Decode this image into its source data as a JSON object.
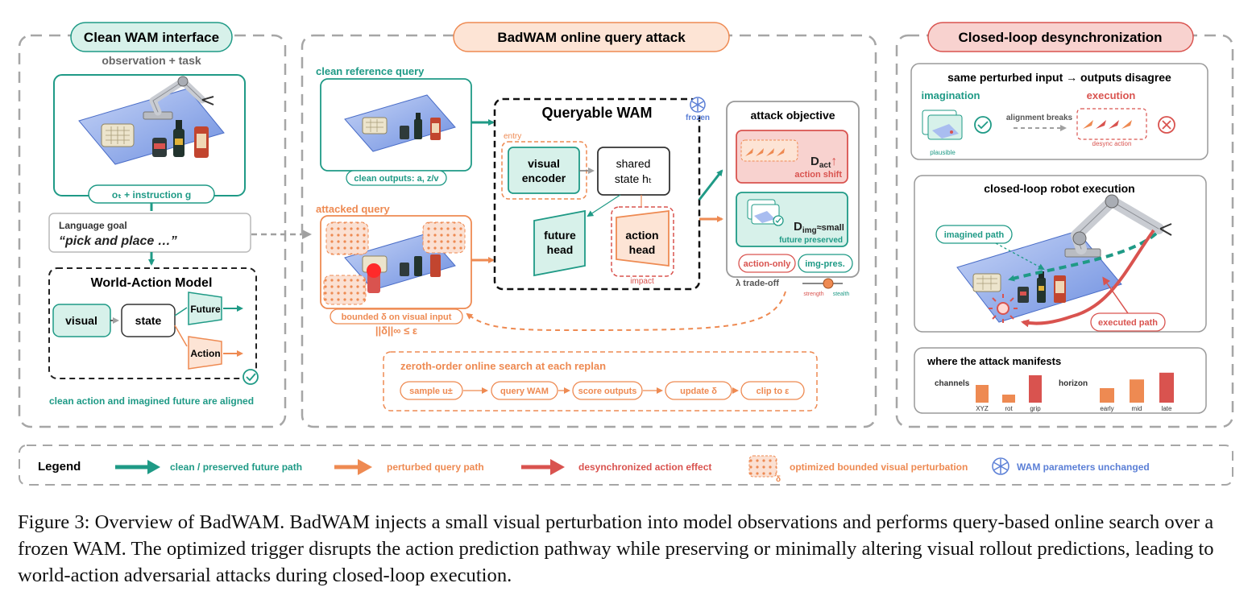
{
  "colors": {
    "teal": "#1f9a86",
    "teal_fill": "#d7f1ea",
    "orange": "#ee8a52",
    "orange_fill": "#fde4d5",
    "red": "#d9534f",
    "red_fill": "#f8d2cf",
    "blue": "#5b7fd6",
    "blue_fill": "#7f9ee8",
    "gray": "#9a9a9a"
  },
  "panel_clean": {
    "title": "Clean WAM interface",
    "subtitle": "observation + task",
    "obs_label": "oₜ + instruction g",
    "goal_label": "Language goal",
    "goal_text": "“pick and place …”",
    "wam_title": "World-Action Model",
    "node_visual": "visual",
    "node_state": "state",
    "node_future": "Future",
    "node_action": "Action",
    "footer": "clean action and imagined future are aligned"
  },
  "panel_attack": {
    "title": "BadWAM online query attack",
    "clean_query_title": "clean reference query",
    "clean_outputs": "clean outputs: a, z/v",
    "attacked_query_title": "attacked query",
    "bounded_label": "bounded δ on visual input",
    "norm_label": "||δ||∞ ≤ ε",
    "wam_title": "Queryable WAM",
    "frozen": "frozen",
    "entry": "entry",
    "visual_encoder_1": "visual",
    "visual_encoder_2": "encoder",
    "shared_state_1": "shared",
    "shared_state_2": "state hₜ",
    "future_head_1": "future",
    "future_head_2": "head",
    "action_head_1": "action",
    "action_head_2": "head",
    "impact": "impact",
    "objective_title": "attack objective",
    "d_act": "D",
    "d_act_sub": "act",
    "d_act_arrow": "↑",
    "action_shift": "action shift",
    "d_img": "D",
    "d_img_sub": "img",
    "d_img_rest": "≈small",
    "future_preserved": "future preserved",
    "action_only": "action-only",
    "img_pres": "img-pres.",
    "tradeoff": "λ trade-off",
    "strength": "strength",
    "stealth": "stealth",
    "search_title": "zeroth-order online search at each replan",
    "search_steps": [
      "sample u±",
      "query WAM",
      "score outputs",
      "update δ",
      "clip to ε"
    ]
  },
  "panel_closed": {
    "title": "Closed-loop desynchronization",
    "disagree_title": "same perturbed input → outputs disagree",
    "imagination": "imagination",
    "execution": "execution",
    "plausible": "plausible",
    "alignment_breaks": "alignment breaks",
    "desync_action": "desync action",
    "robot_title": "closed-loop robot execution",
    "imagined_path": "imagined path",
    "executed_path": "executed path",
    "manifest_title": "where the attack manifests",
    "channels_label": "channels",
    "horizon_label": "horizon",
    "channels": [
      {
        "name": "XYZ",
        "value": 0.55,
        "color": "#ee8a52"
      },
      {
        "name": "rot",
        "value": 0.25,
        "color": "#ee8a52"
      },
      {
        "name": "grip",
        "value": 0.85,
        "color": "#d9534f"
      }
    ],
    "horizon": [
      {
        "name": "early",
        "value": 0.45,
        "color": "#ee8a52"
      },
      {
        "name": "mid",
        "value": 0.72,
        "color": "#ee8a52"
      },
      {
        "name": "late",
        "value": 0.93,
        "color": "#d9534f"
      }
    ]
  },
  "legend": {
    "title": "Legend",
    "clean_path": "clean / preserved future path",
    "perturbed_path": "perturbed query path",
    "desync_effect": "desynchronized action effect",
    "perturbation": "optimized bounded visual perturbation",
    "delta": "δ",
    "params_unchanged": "WAM parameters unchanged"
  },
  "caption": "Figure 3: Overview of BadWAM. BadWAM injects a small visual perturbation into model observations and performs query-based online search over a frozen WAM. The optimized trigger disrupts the action prediction pathway while preserving or minimally altering visual rollout predictions, leading to world-action adversarial attacks during closed-loop execution."
}
